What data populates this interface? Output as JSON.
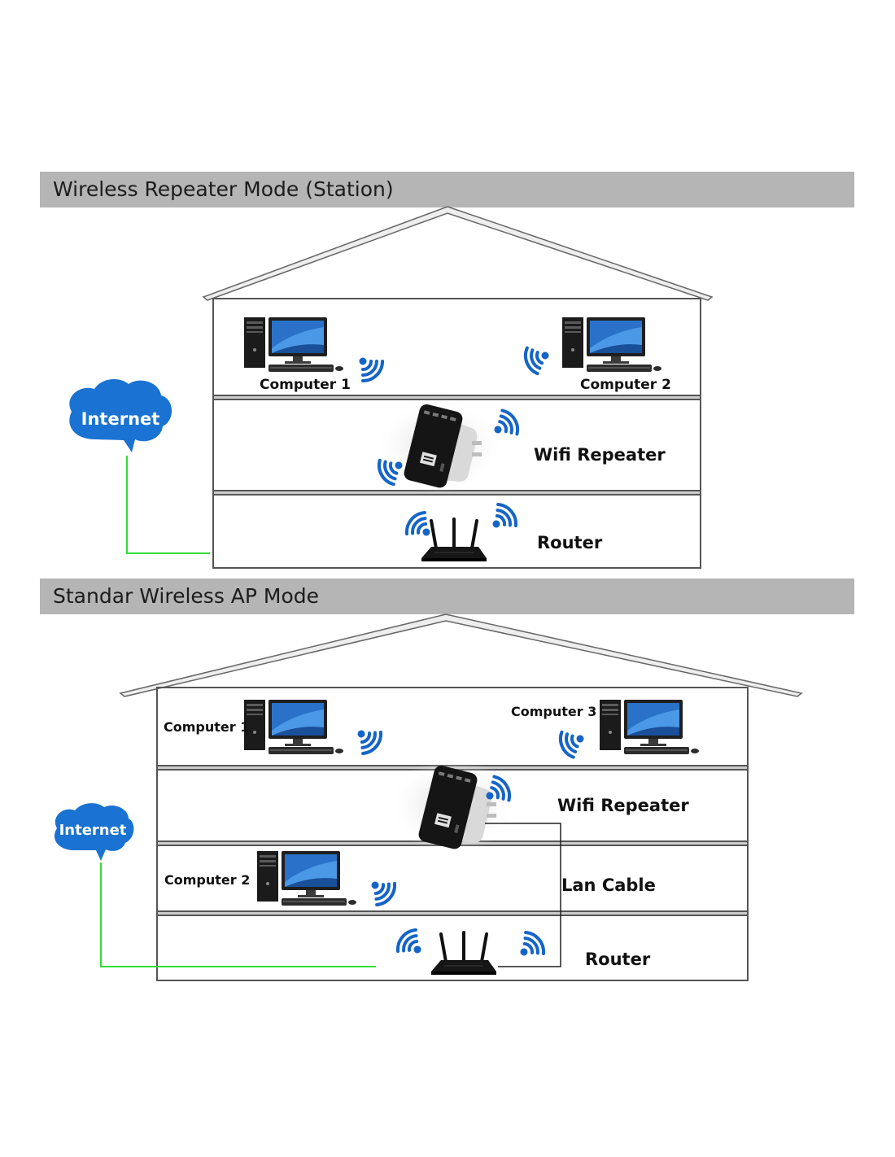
{
  "diagram_1": {
    "title": "Wireless Repeater Mode (Station)",
    "computer_1": "Computer 1",
    "computer_2": "Computer 2",
    "repeater": "Wifi Repeater",
    "router": "Router",
    "internet": "Internet"
  },
  "diagram_2": {
    "title": "Standar Wireless AP Mode",
    "computer_1": "Computer 1",
    "computer_3": "Computer 3",
    "repeater": "Wifi Repeater",
    "computer_2": "Computer 2",
    "lan_cable": "Lan Cable",
    "router": "Router",
    "internet": "Internet"
  },
  "colors": {
    "banner": "#b5b5b5",
    "cloud": "#1a73d2",
    "wifi_signal": "#1565c8",
    "internet_line": "#33dd33",
    "house_outline": "#555555"
  }
}
